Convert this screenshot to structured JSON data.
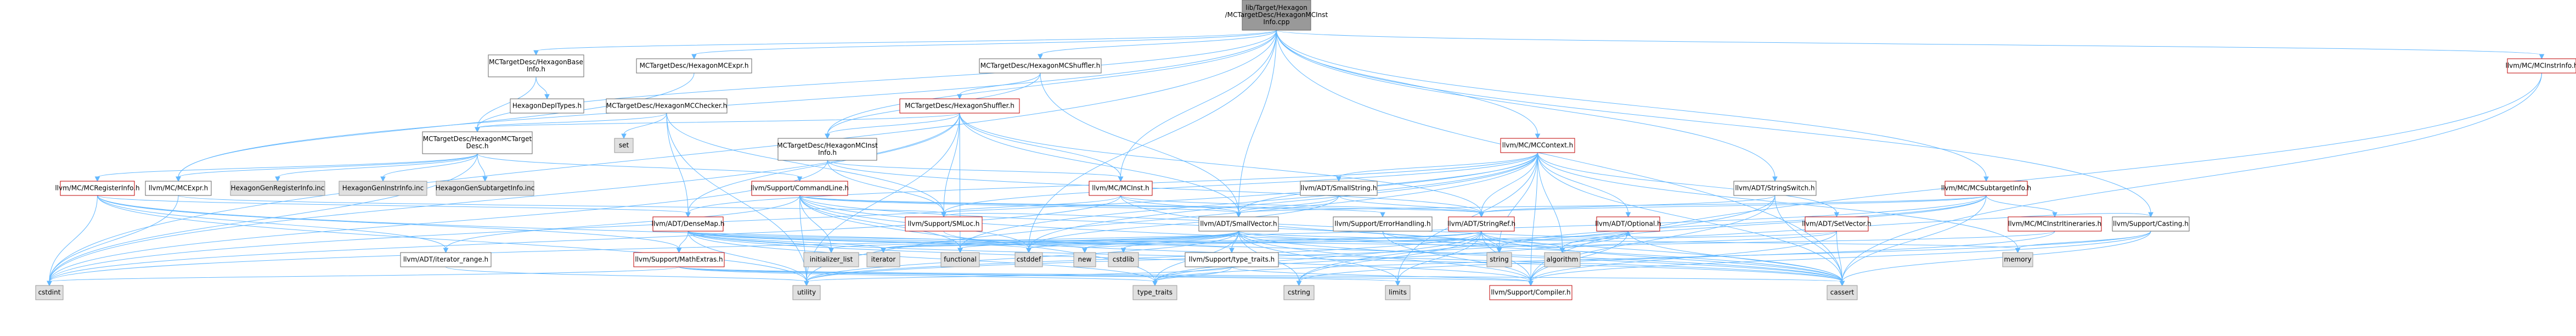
{
  "colors": {
    "edge": "#63b8ff",
    "root_fill": "#999999",
    "root_stroke": "#666666",
    "node_fill": "#ffffff",
    "node_stroke": "#666666",
    "std_fill": "#e0e0e0",
    "std_stroke": "#999999",
    "red": "#bf0000",
    "text": "#000000"
  },
  "nodes": [
    {
      "id": "root",
      "lines": [
        "lib/Target/Hexagon",
        "/MCTargetDesc/HexagonMCInst",
        "Info.cpp"
      ],
      "kind": "root"
    },
    {
      "id": "hex_base",
      "lines": [
        "MCTargetDesc/HexagonBase",
        "Info.h"
      ],
      "kind": "normal"
    },
    {
      "id": "hex_mcexpr",
      "lines": [
        "MCTargetDesc/HexagonMCExpr.h"
      ],
      "kind": "normal"
    },
    {
      "id": "hex_shuffler",
      "lines": [
        "MCTargetDesc/HexagonMCShuffler.h"
      ],
      "kind": "normal"
    },
    {
      "id": "hex_deptypes",
      "lines": [
        "HexagonDepITypes.h"
      ],
      "kind": "normal"
    },
    {
      "id": "hex_checker",
      "lines": [
        "MCTargetDesc/HexagonMCChecker.h"
      ],
      "kind": "normal"
    },
    {
      "id": "hex_shuffler2",
      "lines": [
        "MCTargetDesc/HexagonShuffler.h"
      ],
      "kind": "red"
    },
    {
      "id": "set",
      "lines": [
        "set"
      ],
      "kind": "std"
    },
    {
      "id": "hex_mctarget",
      "lines": [
        "MCTargetDesc/HexagonMCTarget",
        "Desc.h"
      ],
      "kind": "normal"
    },
    {
      "id": "hex_mcinstinfo",
      "lines": [
        "MCTargetDesc/HexagonMCInst",
        "Info.h"
      ],
      "kind": "normal"
    },
    {
      "id": "mcregisterinfo",
      "lines": [
        "llvm/MC/MCRegisterInfo.h"
      ],
      "kind": "red"
    },
    {
      "id": "mcexpr",
      "lines": [
        "llvm/MC/MCExpr.h"
      ],
      "kind": "normal"
    },
    {
      "id": "hexgenreg",
      "lines": [
        "HexagonGenRegisterInfo.inc"
      ],
      "kind": "std"
    },
    {
      "id": "hexgeninstr",
      "lines": [
        "HexagonGenInstrInfo.inc"
      ],
      "kind": "std"
    },
    {
      "id": "hexgensub",
      "lines": [
        "HexagonGenSubtargetInfo.inc"
      ],
      "kind": "std"
    },
    {
      "id": "cmdline",
      "lines": [
        "llvm/Support/CommandLine.h"
      ],
      "kind": "red"
    },
    {
      "id": "mcinst",
      "lines": [
        "llvm/MC/MCInst.h"
      ],
      "kind": "red"
    },
    {
      "id": "mccontext",
      "lines": [
        "llvm/MC/MCContext.h"
      ],
      "kind": "red"
    },
    {
      "id": "smallstring",
      "lines": [
        "llvm/ADT/SmallString.h"
      ],
      "kind": "normal"
    },
    {
      "id": "stringswitch",
      "lines": [
        "llvm/ADT/StringSwitch.h"
      ],
      "kind": "normal"
    },
    {
      "id": "mcsubtarget",
      "lines": [
        "llvm/MC/MCSubtargetInfo.h"
      ],
      "kind": "red"
    },
    {
      "id": "mcinstrinfo",
      "lines": [
        "llvm/MC/MCInstrInfo.h"
      ],
      "kind": "red"
    },
    {
      "id": "densemap",
      "lines": [
        "llvm/ADT/DenseMap.h"
      ],
      "kind": "red"
    },
    {
      "id": "smloc",
      "lines": [
        "llvm/Support/SMLoc.h"
      ],
      "kind": "red"
    },
    {
      "id": "smallvector",
      "lines": [
        "llvm/ADT/SmallVector.h"
      ],
      "kind": "normal"
    },
    {
      "id": "errorhandling",
      "lines": [
        "llvm/Support/ErrorHandling.h"
      ],
      "kind": "normal"
    },
    {
      "id": "stringref",
      "lines": [
        "llvm/ADT/StringRef.h"
      ],
      "kind": "red"
    },
    {
      "id": "optional",
      "lines": [
        "llvm/ADT/Optional.h"
      ],
      "kind": "red"
    },
    {
      "id": "setvector",
      "lines": [
        "llvm/ADT/SetVector.h"
      ],
      "kind": "red"
    },
    {
      "id": "mcinstriter",
      "lines": [
        "llvm/MC/MCInstrItineraries.h"
      ],
      "kind": "red"
    },
    {
      "id": "casting",
      "lines": [
        "llvm/Support/Casting.h"
      ],
      "kind": "normal"
    },
    {
      "id": "iterrange",
      "lines": [
        "llvm/ADT/iterator_range.h"
      ],
      "kind": "normal"
    },
    {
      "id": "mathextras",
      "lines": [
        "llvm/Support/MathExtras.h"
      ],
      "kind": "red"
    },
    {
      "id": "initlist",
      "lines": [
        "initializer_list"
      ],
      "kind": "std"
    },
    {
      "id": "iterator",
      "lines": [
        "iterator"
      ],
      "kind": "std"
    },
    {
      "id": "functional",
      "lines": [
        "functional"
      ],
      "kind": "std"
    },
    {
      "id": "cstddef",
      "lines": [
        "cstddef"
      ],
      "kind": "std"
    },
    {
      "id": "new",
      "lines": [
        "new"
      ],
      "kind": "std"
    },
    {
      "id": "cstdlib",
      "lines": [
        "cstdlib"
      ],
      "kind": "std"
    },
    {
      "id": "typetraits_h",
      "lines": [
        "llvm/Support/type_traits.h"
      ],
      "kind": "normal"
    },
    {
      "id": "string",
      "lines": [
        "string"
      ],
      "kind": "std"
    },
    {
      "id": "algorithm",
      "lines": [
        "algorithm"
      ],
      "kind": "std"
    },
    {
      "id": "memory",
      "lines": [
        "memory"
      ],
      "kind": "std"
    },
    {
      "id": "cstdint",
      "lines": [
        "cstdint"
      ],
      "kind": "std"
    },
    {
      "id": "utility",
      "lines": [
        "utility"
      ],
      "kind": "std"
    },
    {
      "id": "type_traits",
      "lines": [
        "type_traits"
      ],
      "kind": "std"
    },
    {
      "id": "cstring",
      "lines": [
        "cstring"
      ],
      "kind": "std"
    },
    {
      "id": "limits",
      "lines": [
        "limits"
      ],
      "kind": "std"
    },
    {
      "id": "compiler",
      "lines": [
        "llvm/Support/Compiler.h"
      ],
      "kind": "red"
    },
    {
      "id": "cassert",
      "lines": [
        "cassert"
      ],
      "kind": "std"
    }
  ],
  "edges": [
    [
      "root",
      "hex_base"
    ],
    [
      "root",
      "hex_mcexpr"
    ],
    [
      "root",
      "hex_shuffler"
    ],
    [
      "root",
      "hex_mctarget"
    ],
    [
      "root",
      "hex_mcinstinfo"
    ],
    [
      "root",
      "mcexpr"
    ],
    [
      "root",
      "mcinst"
    ],
    [
      "root",
      "mccontext"
    ],
    [
      "root",
      "stringswitch"
    ],
    [
      "root",
      "mcsubtarget"
    ],
    [
      "root",
      "mcinstrinfo"
    ],
    [
      "root",
      "casting"
    ],
    [
      "root",
      "smallvector"
    ],
    [
      "root",
      "cstdint"
    ],
    [
      "root",
      "cassert"
    ],
    [
      "root",
      "cstddef"
    ],
    [
      "hex_base",
      "hex_mctarget"
    ],
    [
      "hex_base",
      "hex_deptypes"
    ],
    [
      "hex_mcexpr",
      "mcexpr"
    ],
    [
      "hex_shuffler",
      "hex_mcinstinfo"
    ],
    [
      "hex_shuffler",
      "smallvector"
    ],
    [
      "hex_shuffler",
      "hex_shuffler2"
    ],
    [
      "hex_checker",
      "hex_mctarget"
    ],
    [
      "hex_checker",
      "set"
    ],
    [
      "hex_checker",
      "densemap"
    ],
    [
      "hex_checker",
      "smloc"
    ],
    [
      "hex_checker",
      "utility"
    ],
    [
      "hex_shuffler2",
      "hex_mctarget"
    ],
    [
      "hex_shuffler2",
      "hex_mcinstinfo"
    ],
    [
      "hex_shuffler2",
      "mcinst"
    ],
    [
      "hex_shuffler2",
      "smloc"
    ],
    [
      "hex_shuffler2",
      "stringref"
    ],
    [
      "hex_shuffler2",
      "smallvector"
    ],
    [
      "hex_shuffler2",
      "cstdint"
    ],
    [
      "hex_shuffler2",
      "functional"
    ],
    [
      "hex_shuffler2",
      "utility"
    ],
    [
      "hex_shuffler2",
      "densemap"
    ],
    [
      "hex_mctarget",
      "mcregisterinfo"
    ],
    [
      "hex_mctarget",
      "mcexpr"
    ],
    [
      "hex_mctarget",
      "hexgenreg"
    ],
    [
      "hex_mctarget",
      "hexgeninstr"
    ],
    [
      "hex_mctarget",
      "hexgensub"
    ],
    [
      "hex_mctarget",
      "cmdline"
    ],
    [
      "hex_mctarget",
      "cstdint"
    ],
    [
      "hex_mcinstinfo",
      "mcinst"
    ],
    [
      "hex_mcinstinfo",
      "smloc"
    ],
    [
      "hex_mcinstinfo",
      "stringref"
    ],
    [
      "hex_mcinstinfo",
      "cstdint"
    ],
    [
      "mcregisterinfo",
      "densemap"
    ],
    [
      "mcregisterinfo",
      "iterrange"
    ],
    [
      "mcregisterinfo",
      "mathextras"
    ],
    [
      "mcregisterinfo",
      "cassert"
    ],
    [
      "mcregisterinfo",
      "cstdint"
    ],
    [
      "mcregisterinfo",
      "utility"
    ],
    [
      "mcexpr",
      "smloc"
    ],
    [
      "mcexpr",
      "cstdint"
    ],
    [
      "cmdline",
      "iterrange"
    ],
    [
      "cmdline",
      "smallvector"
    ],
    [
      "cmdline",
      "stringref"
    ],
    [
      "cmdline",
      "errorhandling"
    ],
    [
      "cmdline",
      "cassert"
    ],
    [
      "cmdline",
      "cstddef"
    ],
    [
      "cmdline",
      "functional"
    ],
    [
      "cmdline",
      "initlist"
    ],
    [
      "cmdline",
      "string"
    ],
    [
      "cmdline",
      "type_traits"
    ],
    [
      "cmdline",
      "utility"
    ],
    [
      "mcinst",
      "smloc"
    ],
    [
      "mcinst",
      "smallvector"
    ],
    [
      "mcinst",
      "stringref"
    ],
    [
      "mcinst",
      "cstdint"
    ],
    [
      "mcinst",
      "cassert"
    ],
    [
      "mccontext",
      "densemap"
    ],
    [
      "mccontext",
      "optional"
    ],
    [
      "mccontext",
      "setvector"
    ],
    [
      "mccontext",
      "smallstring"
    ],
    [
      "mccontext",
      "smallvector"
    ],
    [
      "mccontext",
      "stringref"
    ],
    [
      "mccontext",
      "smloc"
    ],
    [
      "mccontext",
      "compiler"
    ],
    [
      "mccontext",
      "algorithm"
    ],
    [
      "mccontext",
      "cassert"
    ],
    [
      "mccontext",
      "cstddef"
    ],
    [
      "mccontext",
      "cstdint"
    ],
    [
      "mccontext",
      "functional"
    ],
    [
      "mccontext",
      "memory"
    ],
    [
      "mccontext",
      "string"
    ],
    [
      "mccontext",
      "utility"
    ],
    [
      "mccontext",
      "limits"
    ],
    [
      "smallstring",
      "smallvector"
    ],
    [
      "smallstring",
      "stringref"
    ],
    [
      "smallstring",
      "cstddef"
    ],
    [
      "stringswitch",
      "stringref"
    ],
    [
      "stringswitch",
      "compiler"
    ],
    [
      "stringswitch",
      "cassert"
    ],
    [
      "stringswitch",
      "cstring"
    ],
    [
      "mcsubtarget",
      "stringref"
    ],
    [
      "mcsubtarget",
      "mcinstriter"
    ],
    [
      "mcsubtarget",
      "algorithm"
    ],
    [
      "mcsubtarget",
      "cassert"
    ],
    [
      "mcsubtarget",
      "cstdint"
    ],
    [
      "mcsubtarget",
      "string"
    ],
    [
      "mcsubtarget",
      "smallvector"
    ],
    [
      "mcinstrinfo",
      "cassert"
    ],
    [
      "mcinstrinfo",
      "compiler"
    ],
    [
      "casting",
      "compiler"
    ],
    [
      "casting",
      "type_traits"
    ],
    [
      "casting",
      "memory"
    ],
    [
      "casting",
      "cassert"
    ],
    [
      "casting",
      "optional"
    ],
    [
      "densemap",
      "mathextras"
    ],
    [
      "densemap",
      "typetraits_h"
    ],
    [
      "densemap",
      "algorithm"
    ],
    [
      "densemap",
      "cassert"
    ],
    [
      "densemap",
      "cstddef"
    ],
    [
      "densemap",
      "initlist"
    ],
    [
      "densemap",
      "iterator"
    ],
    [
      "densemap",
      "new"
    ],
    [
      "densemap",
      "type_traits"
    ],
    [
      "densemap",
      "utility"
    ],
    [
      "densemap",
      "compiler"
    ],
    [
      "smloc",
      "cassert"
    ],
    [
      "smloc",
      "optional"
    ],
    [
      "smallvector",
      "compiler"
    ],
    [
      "smallvector",
      "typetraits_h"
    ],
    [
      "smallvector",
      "algorithm"
    ],
    [
      "smallvector",
      "cassert"
    ],
    [
      "smallvector",
      "cstddef"
    ],
    [
      "smallvector",
      "cstdlib"
    ],
    [
      "smallvector",
      "cstring"
    ],
    [
      "smallvector",
      "functional"
    ],
    [
      "smallvector",
      "initlist"
    ],
    [
      "smallvector",
      "iterator"
    ],
    [
      "smallvector",
      "limits"
    ],
    [
      "smallvector",
      "memory"
    ],
    [
      "smallvector",
      "new"
    ],
    [
      "smallvector",
      "type_traits"
    ],
    [
      "smallvector",
      "utility"
    ],
    [
      "errorhandling",
      "compiler"
    ],
    [
      "errorhandling",
      "string"
    ],
    [
      "stringref",
      "compiler"
    ],
    [
      "stringref",
      "algorithm"
    ],
    [
      "stringref",
      "cassert"
    ],
    [
      "stringref",
      "cstddef"
    ],
    [
      "stringref",
      "cstring"
    ],
    [
      "stringref",
      "iterator"
    ],
    [
      "stringref",
      "limits"
    ],
    [
      "stringref",
      "string"
    ],
    [
      "stringref",
      "type_traits"
    ],
    [
      "stringref",
      "utility"
    ],
    [
      "optional",
      "compiler"
    ],
    [
      "optional",
      "type_traits"
    ],
    [
      "optional",
      "utility"
    ],
    [
      "optional",
      "cassert"
    ],
    [
      "optional",
      "new"
    ],
    [
      "setvector",
      "cassert"
    ],
    [
      "setvector",
      "iterator"
    ],
    [
      "setvector",
      "algorithm"
    ],
    [
      "setvector",
      "compiler"
    ],
    [
      "mcinstriter",
      "algorithm"
    ],
    [
      "mcinstriter",
      "cstring"
    ],
    [
      "iterrange",
      "utility"
    ],
    [
      "mathextras",
      "compiler"
    ],
    [
      "mathextras",
      "cassert"
    ],
    [
      "mathextras",
      "cstdint"
    ],
    [
      "mathextras",
      "limits"
    ],
    [
      "mathextras",
      "type_traits"
    ],
    [
      "typetraits_h",
      "compiler"
    ],
    [
      "typetraits_h",
      "type_traits"
    ],
    [
      "typetraits_h",
      "utility"
    ]
  ]
}
